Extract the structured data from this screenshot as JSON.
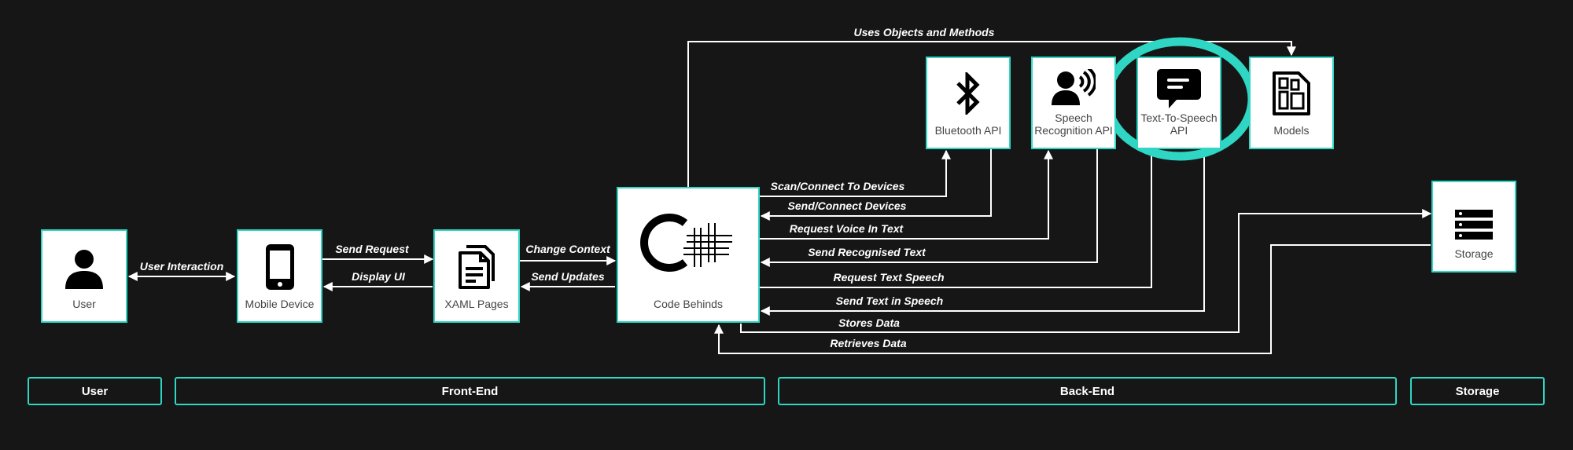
{
  "nodes": {
    "user": "User",
    "mobile": "Mobile Device",
    "xaml": "XAML Pages",
    "code": "Code Behinds",
    "bluetooth": "Bluetooth API",
    "speech_l1": "Speech",
    "speech_l2": "Recognition API",
    "tts_l1": "Text-To-Speech",
    "tts_l2": "API",
    "models": "Models",
    "storage": "Storage"
  },
  "edges": {
    "user_interaction": "User Interaction",
    "send_request": "Send Request",
    "display_ui": "Display UI",
    "change_context": "Change Context",
    "send_updates": "Send Updates",
    "scan_connect": "Scan/Connect To Devices",
    "send_connect": "Send/Connect Devices",
    "request_voice": "Request Voice In Text",
    "send_recognised": "Send Recognised Text",
    "request_tts": "Request Text Speech",
    "send_text_speech": "Send Text in Speech",
    "stores_data": "Stores Data",
    "retrieves_data": "Retrieves Data",
    "uses_objects": "Uses Objects and Methods"
  },
  "lanes": {
    "user": "User",
    "frontend": "Front-End",
    "backend": "Back-End",
    "storage": "Storage"
  },
  "icons": [
    "user-icon",
    "phone-icon",
    "document-icon",
    "csharp-logo-icon",
    "bluetooth-icon",
    "voice-recognition-icon",
    "chat-bubble-icon",
    "layout-icon",
    "storage-icon"
  ],
  "colors": {
    "background": "#161616",
    "accent": "#2fd6c3",
    "node_fill": "#ffffff",
    "lines": "#ffffff"
  }
}
